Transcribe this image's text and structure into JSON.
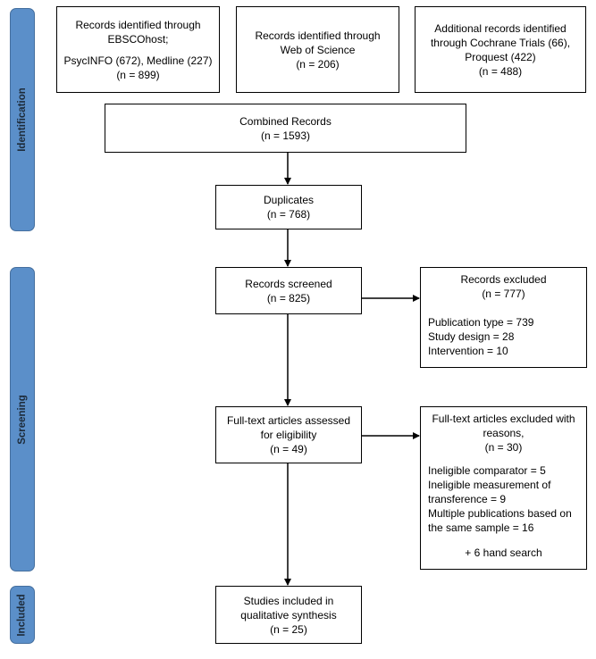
{
  "phases": {
    "identification": "Identification",
    "screening": "Screening",
    "included": "Included"
  },
  "identification": {
    "ebsco": {
      "line1": "Records identified through",
      "line2": "EBSCOhost;",
      "line3": "PsycINFO (672), Medline (227)",
      "line4": "(n = 899)"
    },
    "wos": {
      "line1": "Records identified through",
      "line2": "Web of Science",
      "line3": "(n = 206)"
    },
    "additional": {
      "line1": "Additional records identified",
      "line2": "through Cochrane Trials (66),",
      "line3": "Proquest (422)",
      "line4": "(n = 488)"
    },
    "combined": {
      "line1": "Combined Records",
      "line2": "(n = 1593)"
    },
    "duplicates": {
      "line1": "Duplicates",
      "line2": "(n = 768)"
    }
  },
  "screening": {
    "screened": {
      "line1": "Records screened",
      "line2": "(n = 825)"
    },
    "excluded": {
      "title": "Records excluded",
      "count": "(n = 777)",
      "reasons": [
        "Publication type = 739",
        "Study design = 28",
        "Intervention = 10"
      ]
    },
    "fulltext": {
      "line1": "Full-text articles assessed",
      "line2": "for eligibility",
      "line3": "(n = 49)"
    },
    "fulltext_excluded": {
      "title1": "Full-text articles excluded with",
      "title2": "reasons,",
      "count": "(n = 30)",
      "reasons": [
        "Ineligible comparator = 5",
        "Ineligible measurement of",
        "transference = 9",
        "Multiple publications based on",
        "the same sample = 16"
      ],
      "hand_search": "+ 6 hand search"
    }
  },
  "included": {
    "studies": {
      "line1": "Studies included in",
      "line2": "qualitative synthesis",
      "line3": "(n = 25)"
    }
  }
}
